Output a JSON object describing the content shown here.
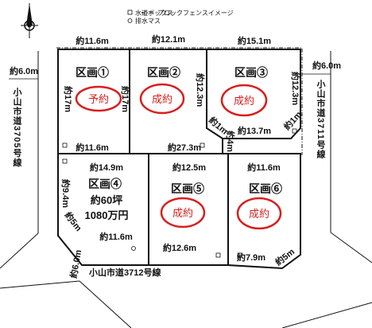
{
  "legend": {
    "water_box": "水道ボックス",
    "fence": "ブロックフェンスイメージ",
    "drain": "排水マス"
  },
  "roads": {
    "left_width": "約6.0m",
    "left_name": "小山市道3705号線",
    "right_width": "約6.0m",
    "right_name": "小山市道3711号線",
    "bottom_width": "約6.0m",
    "bottom_name": "小山市道3712号線"
  },
  "lots": [
    {
      "name": "区画①",
      "status": "予約"
    },
    {
      "name": "区画②",
      "status": "成約"
    },
    {
      "name": "区画③",
      "status": "成約"
    },
    {
      "name": "区画④",
      "area": "約60坪",
      "price": "1080万円"
    },
    {
      "name": "区画⑤",
      "status": "成約"
    },
    {
      "name": "区画⑥",
      "status": "成約"
    }
  ],
  "dimensions": {
    "lot1_top": "約11.6m",
    "lot1_left": "約17m",
    "lot1_right": "約17m",
    "lot1_bottom": "約11.6m",
    "lot2_top": "約12.1m",
    "lot2_right": "約12.3m",
    "lot3_top": "約15.1m",
    "lot3_right": "約12.3m",
    "lot3_corner_left": "約1m",
    "lot3_corner_right": "約1m",
    "lot3_bottom": "約13.7m",
    "lot3_side": "約4m",
    "mid_bottom": "約27.3m",
    "lot4_top": "約14.9m",
    "lot4_left": "約9.4m",
    "lot4_corner": "約5m",
    "lot4_bottom": "約11.6m",
    "lot5_top": "約12.5m",
    "lot5_bottom": "約12.6m",
    "lot6_top": "約11.6m",
    "lot6_bottom": "約7.9m",
    "lot6_corner": "約5m"
  }
}
